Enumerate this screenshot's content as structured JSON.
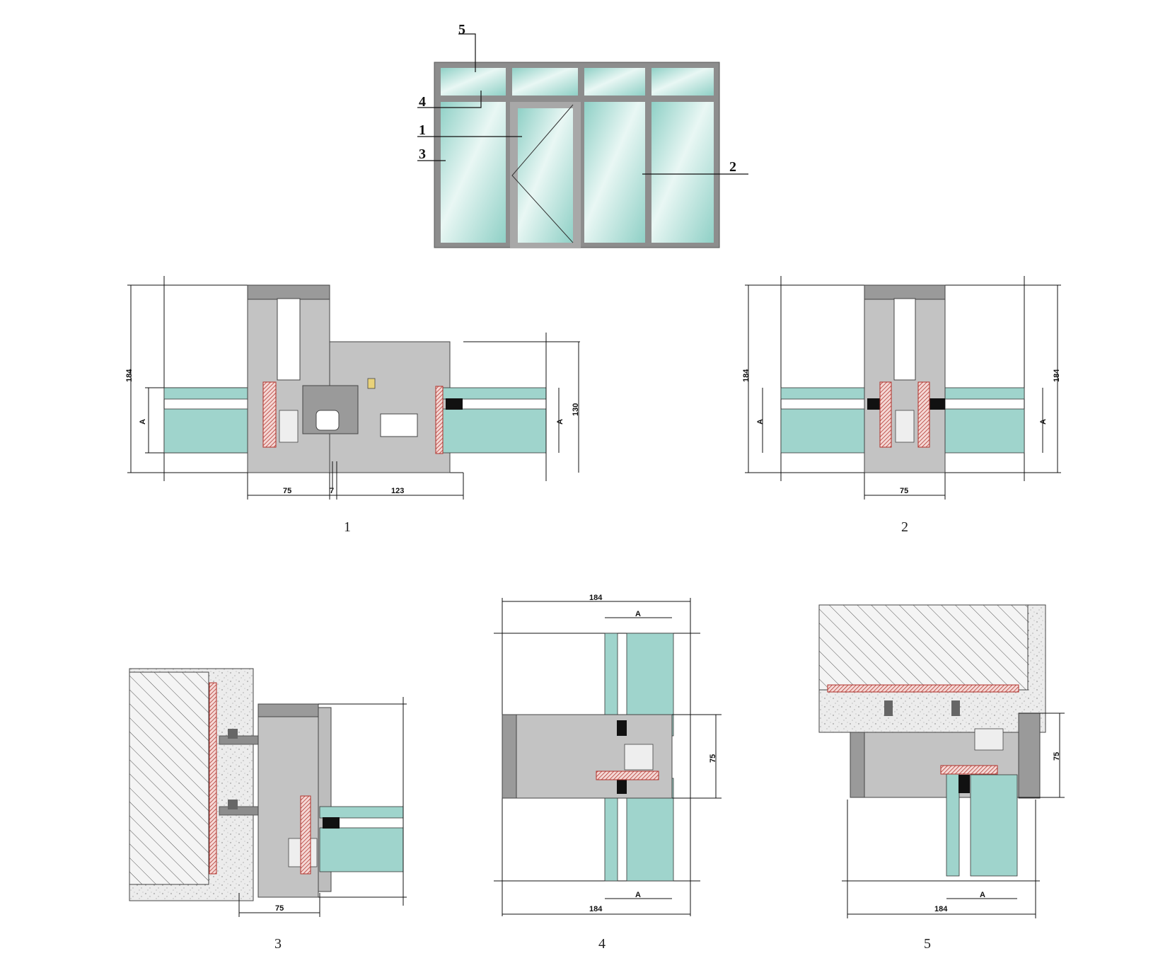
{
  "elevation": {
    "callouts": [
      "5",
      "4",
      "1",
      "3",
      "2"
    ]
  },
  "section_1": {
    "caption": "1",
    "dim_height": "184",
    "dim_glass_left": "A",
    "dim_glass_right": "A",
    "dim_height_right": "130",
    "dim_bottom_a": "75",
    "dim_bottom_b": "7",
    "dim_bottom_c": "123"
  },
  "section_2": {
    "caption": "2",
    "dim_height_left": "184",
    "dim_height_right": "184",
    "dim_glass_left": "A",
    "dim_glass_right": "A",
    "dim_bottom": "75"
  },
  "section_3": {
    "caption": "3",
    "dim_bottom": "75"
  },
  "section_4": {
    "caption": "4",
    "dim_top": "184",
    "dim_glass_top": "A",
    "dim_side": "75",
    "dim_glass_bottom": "A",
    "dim_bottom": "184"
  },
  "section_5": {
    "caption": "5",
    "dim_side": "75",
    "dim_glass": "A",
    "dim_bottom": "184"
  },
  "colors": {
    "glass": "#9fd4cc",
    "frame": "#8d8d8d",
    "profile": "#c3c3c3",
    "profile_dark": "#9a9a9a",
    "seal": "#b0302a",
    "concrete": "#e8e8e8",
    "line": "#111111"
  }
}
